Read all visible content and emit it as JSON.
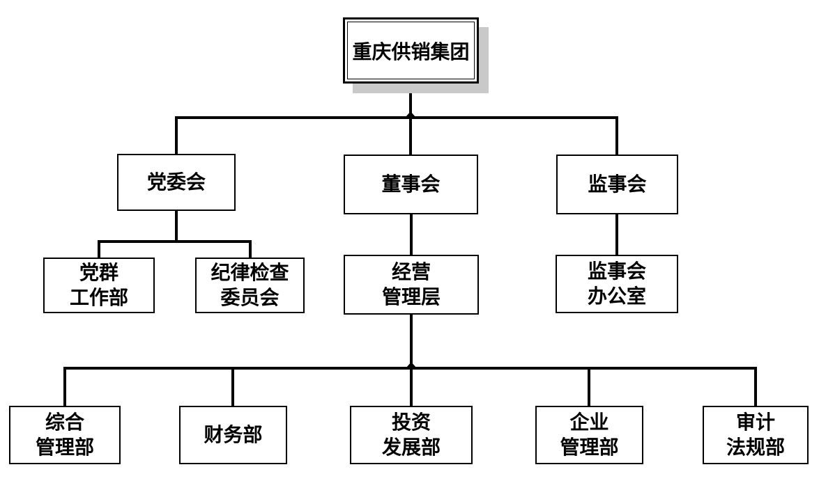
{
  "org": {
    "root": {
      "label": "重庆供销集团"
    },
    "branches": [
      {
        "label": "党委会",
        "children": [
          {
            "label": "党群\n工作部"
          },
          {
            "label": "纪律检查\n委员会"
          }
        ]
      },
      {
        "label": "董事会",
        "children": [
          {
            "label": "经营\n管理层",
            "children": [
              {
                "label": "综合\n管理部"
              },
              {
                "label": "财务部"
              },
              {
                "label": "投资\n发展部"
              },
              {
                "label": "企业\n管理部"
              },
              {
                "label": "审计\n法规部"
              }
            ]
          }
        ]
      },
      {
        "label": "监事会",
        "children": [
          {
            "label": "监事会\n办公室"
          }
        ]
      }
    ]
  },
  "colors": {
    "line": "#000000",
    "text": "#000000",
    "box_border": "#000000",
    "box_background": "#ffffff",
    "page_background": "#ffffff",
    "root_shadow": "#c9c9c9"
  }
}
